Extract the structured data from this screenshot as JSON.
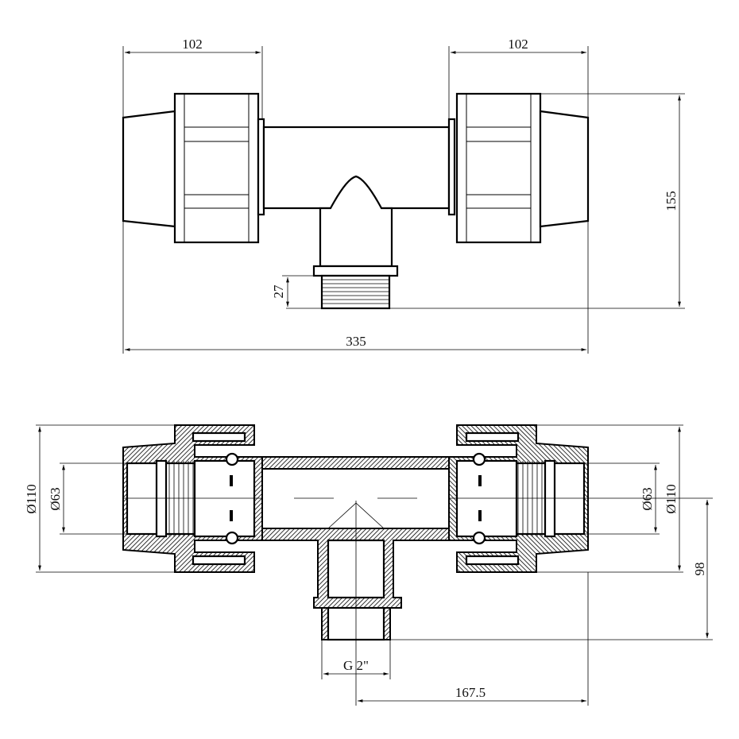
{
  "drawing": {
    "top_view": {
      "dim_left_length": "102",
      "dim_right_length": "102",
      "dim_height": "155",
      "dim_thread_length": "27",
      "dim_total_length": "335"
    },
    "section_view": {
      "dim_left_outer_diameter": "Ø110",
      "dim_left_pipe_diameter": "Ø63",
      "dim_right_pipe_diameter": "Ø63",
      "dim_right_outer_diameter": "Ø110",
      "dim_branch_height": "98",
      "dim_thread_size": "G 2\"",
      "dim_half_length": "167.5"
    }
  }
}
